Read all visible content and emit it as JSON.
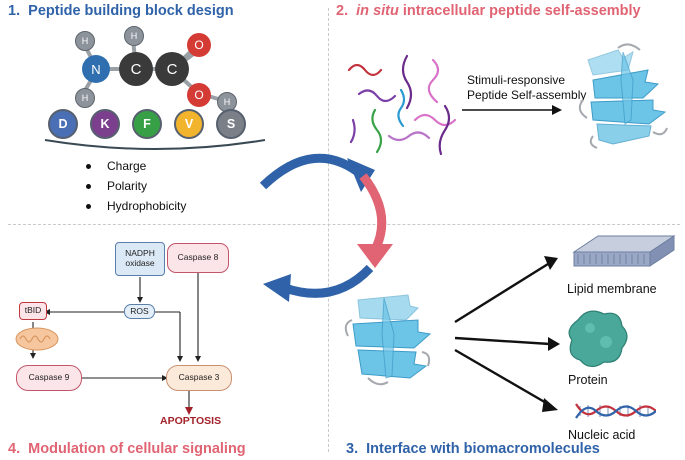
{
  "sections": {
    "s1": {
      "number": "1.",
      "title": "Peptide building block design"
    },
    "s2": {
      "number": "2.",
      "title_italic": "in situ",
      "title_rest": "intracellular peptide self-assembly"
    },
    "s3": {
      "number": "3.",
      "title": "Interface with biomacromolecules"
    },
    "s4": {
      "number": "4.",
      "title": "Modulation of cellular signaling"
    }
  },
  "molecule": {
    "atoms": {
      "h1": "H",
      "h2": "H",
      "h3": "H",
      "h4": "H",
      "n": "N",
      "c1": "C",
      "c2": "C",
      "o1": "O",
      "o2": "O"
    }
  },
  "amino_acids": [
    {
      "letter": "D",
      "color": "#4a6fb5"
    },
    {
      "letter": "K",
      "color": "#7b3f8d"
    },
    {
      "letter": "F",
      "color": "#37a047"
    },
    {
      "letter": "V",
      "color": "#f1b42c"
    },
    {
      "letter": "S",
      "color": "#7a7f88"
    }
  ],
  "properties": [
    "Charge",
    "Polarity",
    "Hydrophobicity"
  ],
  "self_assembly": {
    "line1": "Stimuli-responsive",
    "line2": "Peptide Self-assembly"
  },
  "signaling": {
    "nadph": "NADPH oxidase",
    "caspase8": "Caspase 8",
    "ros": "ROS",
    "tbid": "tBID",
    "caspase9": "Caspase 9",
    "caspase3": "Caspase 3",
    "apoptosis": "APOPTOSIS"
  },
  "targets": {
    "lipid": "Lipid membrane",
    "protein": "Protein",
    "nucleic": "Nucleic acid"
  },
  "colors": {
    "blue": "#2f62a8",
    "pink": "#e06473",
    "dark_red": "#a3222a"
  }
}
